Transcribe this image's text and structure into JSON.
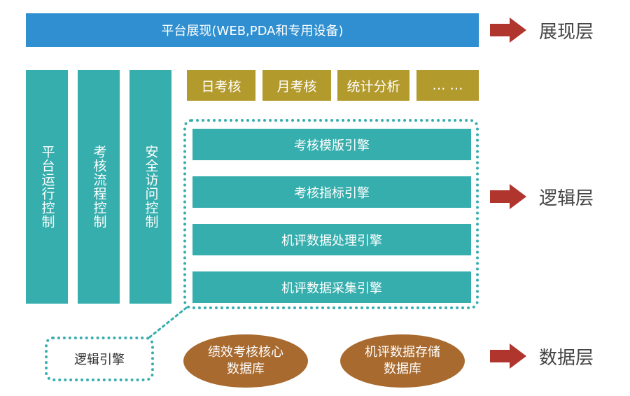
{
  "presentation": {
    "bar_label": "平台展现(WEB,PDA和专用设备)",
    "layer_label": "展现层"
  },
  "controls": [
    {
      "label": "平台运行控制"
    },
    {
      "label": "考核流程控制"
    },
    {
      "label": "安全访问控制"
    }
  ],
  "tiles": [
    {
      "label": "日考核"
    },
    {
      "label": "月考核"
    },
    {
      "label": "统计分析"
    },
    {
      "label": "… …"
    }
  ],
  "engines": [
    {
      "label": "考核模版引擎"
    },
    {
      "label": "考核指标引擎"
    },
    {
      "label": "机评数据处理引擎"
    },
    {
      "label": "机评数据采集引擎"
    }
  ],
  "logic": {
    "layer_label": "逻辑层",
    "legend_label": "逻辑引擎"
  },
  "data": {
    "layer_label": "数据层",
    "databases": [
      {
        "line1": "绩效考核核心",
        "line2": "数据库"
      },
      {
        "line1": "机评数据存储",
        "line2": "数据库"
      }
    ]
  },
  "colors": {
    "blue": "#2f8fd0",
    "teal": "#36aead",
    "gold": "#b39a2d",
    "brown": "#a86a2e",
    "arrow": "#b0352d"
  }
}
